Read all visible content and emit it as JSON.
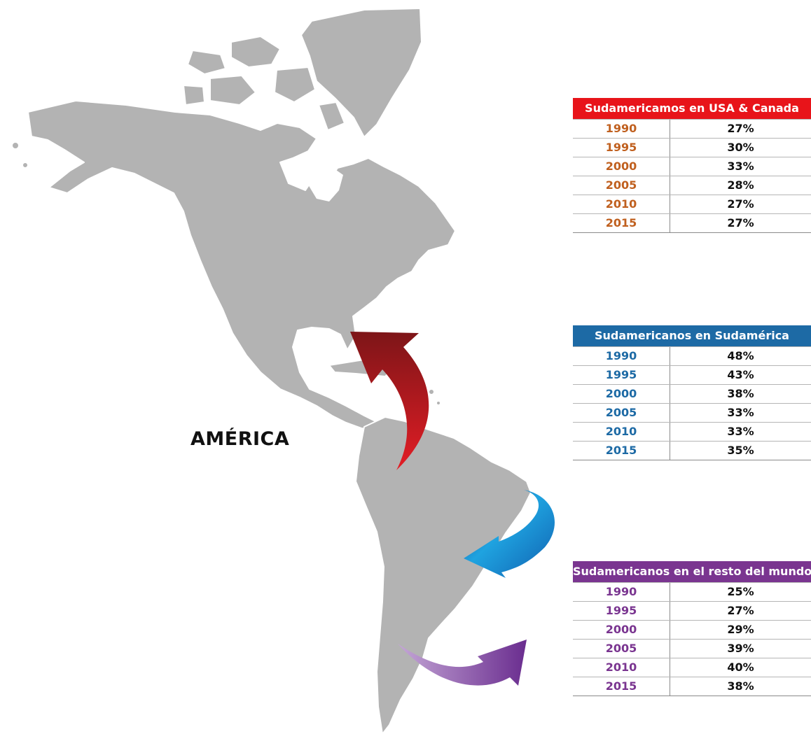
{
  "map": {
    "title": "AMÉRICA",
    "land_color": "#b3b3b3"
  },
  "arrows": [
    {
      "name": "arrow-to-usa-canada",
      "color_from": "#7d1518",
      "color_to": "#e31d25"
    },
    {
      "name": "arrow-within-south-america",
      "color_from": "#1c3f8a",
      "color_to": "#1fa3e0"
    },
    {
      "name": "arrow-to-rest-of-world",
      "color_from": "#b896cc",
      "color_to": "#6a2d8f"
    }
  ],
  "tables": {
    "usa_canada": {
      "header": "Sudamericamos en USA & Canada",
      "color": "#e8141a",
      "year_color": "#c0601f",
      "rows": [
        {
          "year": "1990",
          "value": "27%"
        },
        {
          "year": "1995",
          "value": "30%"
        },
        {
          "year": "2000",
          "value": "33%"
        },
        {
          "year": "2005",
          "value": "28%"
        },
        {
          "year": "2010",
          "value": "27%"
        },
        {
          "year": "2015",
          "value": "27%"
        }
      ]
    },
    "sudamerica": {
      "header": "Sudamericanos en Sudamérica",
      "color": "#1d6aa5",
      "year_color": "#1d6aa5",
      "rows": [
        {
          "year": "1990",
          "value": "48%"
        },
        {
          "year": "1995",
          "value": "43%"
        },
        {
          "year": "2000",
          "value": "38%"
        },
        {
          "year": "2005",
          "value": "33%"
        },
        {
          "year": "2010",
          "value": "33%"
        },
        {
          "year": "2015",
          "value": "35%"
        }
      ]
    },
    "resto_mundo": {
      "header": "Sudamericanos en el resto del mundo",
      "color": "#7a3590",
      "year_color": "#7a3590",
      "rows": [
        {
          "year": "1990",
          "value": "25%"
        },
        {
          "year": "1995",
          "value": "27%"
        },
        {
          "year": "2000",
          "value": "29%"
        },
        {
          "year": "2005",
          "value": "39%"
        },
        {
          "year": "2010",
          "value": "40%"
        },
        {
          "year": "2015",
          "value": "38%"
        }
      ]
    }
  }
}
